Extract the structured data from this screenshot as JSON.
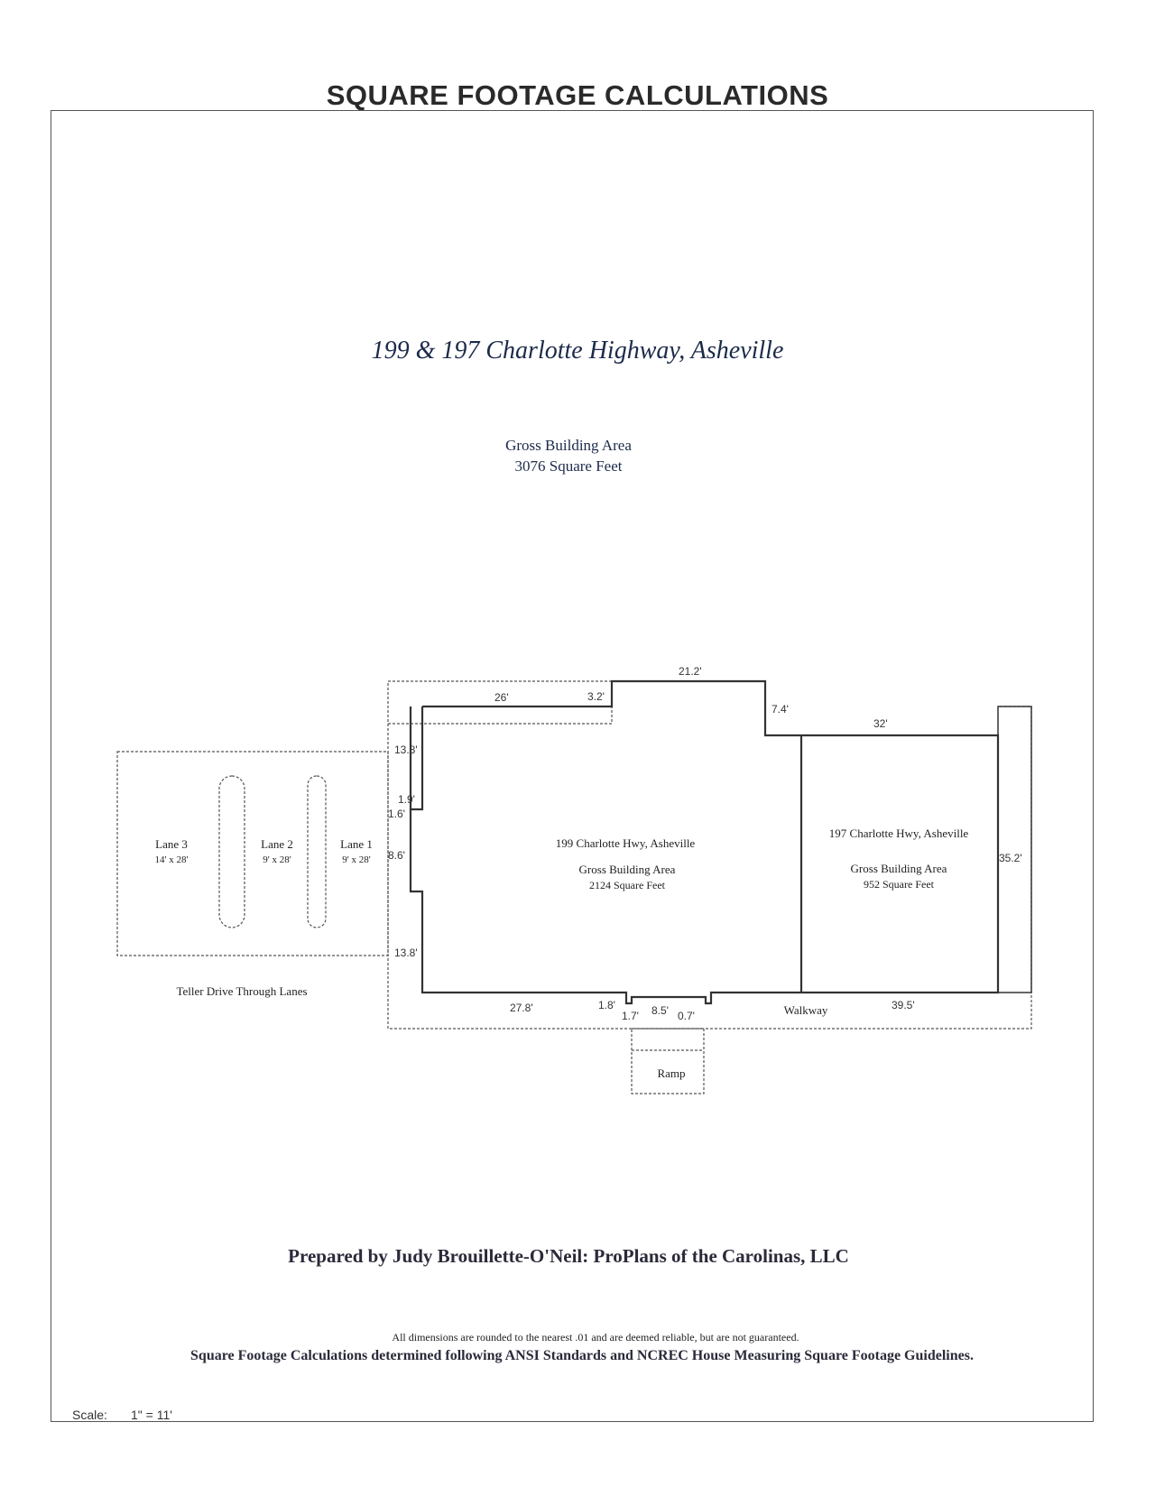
{
  "header": {
    "title": "SQUARE FOOTAGE CALCULATIONS"
  },
  "address": "199 & 197 Charlotte Highway, Asheville",
  "gross": {
    "label": "Gross Building Area",
    "value": "3076 Square Feet"
  },
  "plan": {
    "unit199": {
      "name": "199 Charlotte Hwy, Asheville",
      "label": "Gross Building Area",
      "value": "2124 Square Feet"
    },
    "unit197": {
      "name": "197 Charlotte Hwy, Asheville",
      "label": "Gross Building Area",
      "value": "952 Square Feet"
    },
    "lanes": [
      {
        "name": "Lane 3",
        "size": "14' x 28'"
      },
      {
        "name": "Lane 2",
        "size": "9' x 28'"
      },
      {
        "name": "Lane 1",
        "size": "9' x 28'"
      }
    ],
    "teller_label": "Teller Drive Through Lanes",
    "walkway_label": "Walkway",
    "ramp_label": "Ramp",
    "dims": {
      "d_21_2": "21.2'",
      "d_26": "26'",
      "d_3_2": "3.2'",
      "d_7_4": "7.4'",
      "d_32": "32'",
      "d_13_8_top": "13.8'",
      "d_1_9": "1.9'",
      "d_1_6": "1.6'",
      "d_8_6": "8.6'",
      "d_13_8_bottom": "13.8'",
      "d_35_2": "35.2'",
      "d_27_8": "27.8'",
      "d_1_8": "1.8'",
      "d_1_7": "1.7'",
      "d_8_5": "8.5'",
      "d_0_7": "0.7'",
      "d_39_5": "39.5'"
    }
  },
  "prepared_by": "Prepared by Judy Brouillette-O'Neil: ProPlans of the Carolinas, LLC",
  "disclaimer_1": "All dimensions are rounded to the nearest .01 and are deemed reliable, but are not guaranteed.",
  "disclaimer_2": "Square Footage Calculations determined following ANSI Standards and NCREC House Measuring Square Footage Guidelines.",
  "scale": {
    "label": "Scale:",
    "value": "1\" = 11'"
  }
}
